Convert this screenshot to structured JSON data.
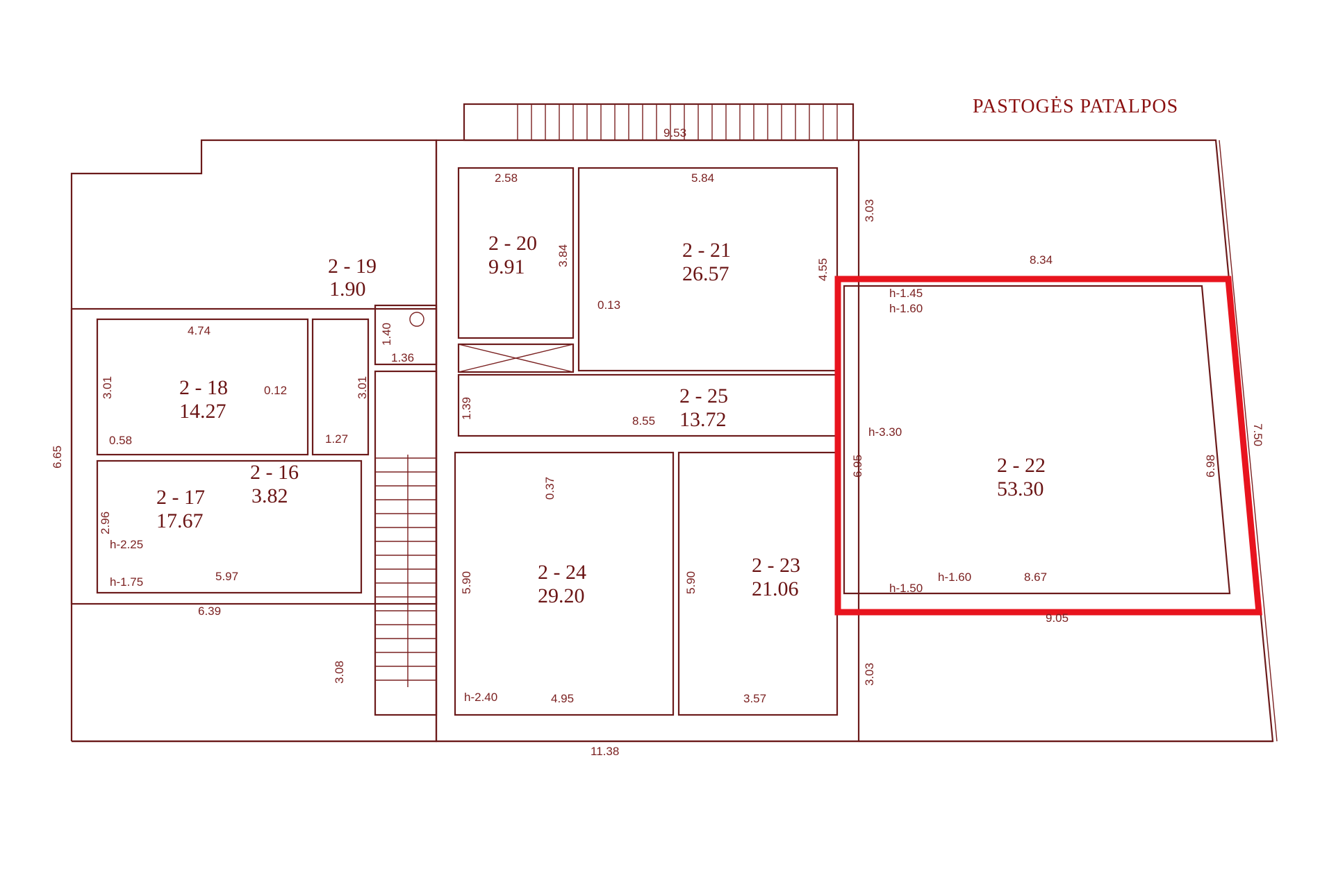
{
  "title": "PASTOGĖS PATALPOS",
  "highlight_color": "#e8141e",
  "line_color": "#6b1a1a",
  "rooms": [
    {
      "id": "2 - 16",
      "area": "3.82"
    },
    {
      "id": "2 - 17",
      "area": "17.67"
    },
    {
      "id": "2 - 18",
      "area": "14.27"
    },
    {
      "id": "2 - 19",
      "area": "1.90"
    },
    {
      "id": "2 - 20",
      "area": "9.91"
    },
    {
      "id": "2 - 21",
      "area": "26.57"
    },
    {
      "id": "2 - 22",
      "area": "53.30"
    },
    {
      "id": "2 - 23",
      "area": "21.06"
    },
    {
      "id": "2 - 24",
      "area": "29.20"
    },
    {
      "id": "2 - 25",
      "area": "13.72"
    }
  ],
  "dimensions": [
    "9.53",
    "2.58",
    "5.84",
    "3.84",
    "0.13",
    "4.55",
    "3.03",
    "8.34",
    "4.74",
    "3.01",
    "0.12",
    "3.01",
    "1.40",
    "1.36",
    "0.58",
    "1.39",
    "8.55",
    "1.27",
    "6.65",
    "2.96",
    "5.97",
    "6.39",
    "0.37",
    "5.90",
    "5.90",
    "3.08",
    "4.95",
    "3.57",
    "3.03",
    "11.38",
    "6.95",
    "6.98",
    "7.50",
    "8.67",
    "9.05"
  ],
  "heights": [
    "h-1.45",
    "h-1.60",
    "h-3.30",
    "h-1.60",
    "h-1.50",
    "h-2.25",
    "h-1.75",
    "h-2.40"
  ]
}
